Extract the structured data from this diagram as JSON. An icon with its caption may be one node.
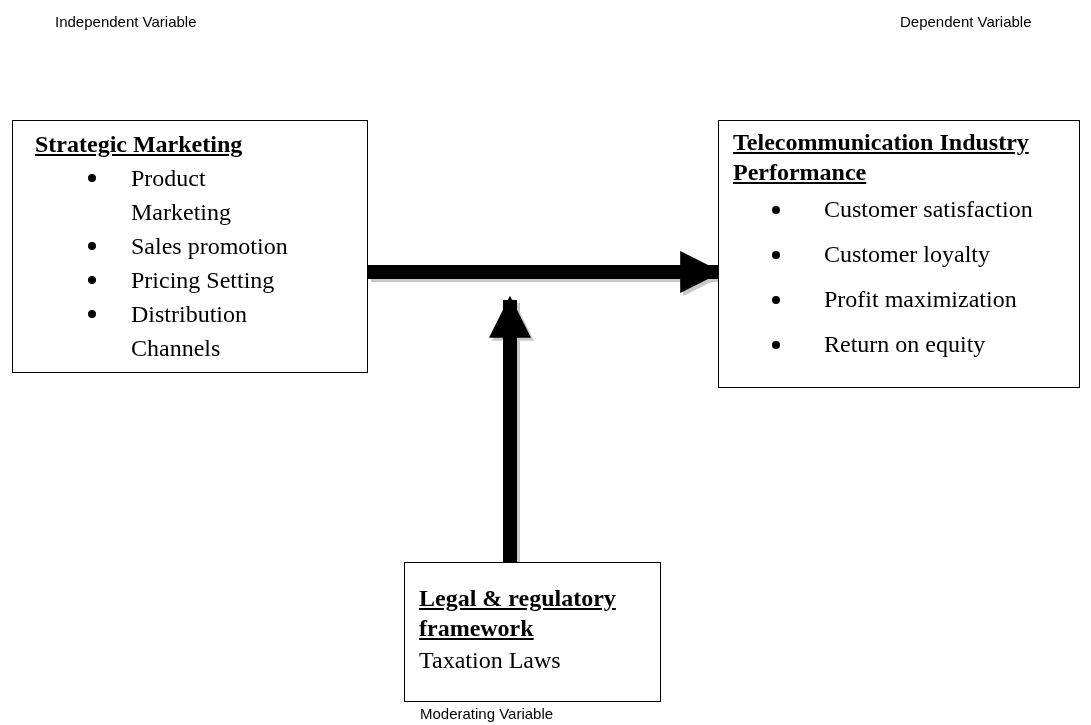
{
  "diagram": {
    "nodes": [
      {
        "text": [
          "Strategic Marketing",
          "Product Marketing",
          "Sales promotion",
          "Pricing Setting",
          "Distribution Channels"
        ]
      },
      {
        "text": [
          "Telecommunication Industry Performance",
          "Customer satisfaction",
          "Customer loyalty",
          "Profit maximization",
          "Return on equity"
        ]
      },
      {
        "text": [
          "Legal & regulatory framework",
          "Taxation Laws"
        ]
      }
    ],
    "edges": [
      {
        "from": 0,
        "to": 1,
        "arrow": "to"
      },
      {
        "from": 2,
        "to": null,
        "arrow": "to"
      }
    ],
    "labels": [
      "Independent Variable",
      "Dependent Variable",
      "Moderating Variable"
    ]
  }
}
